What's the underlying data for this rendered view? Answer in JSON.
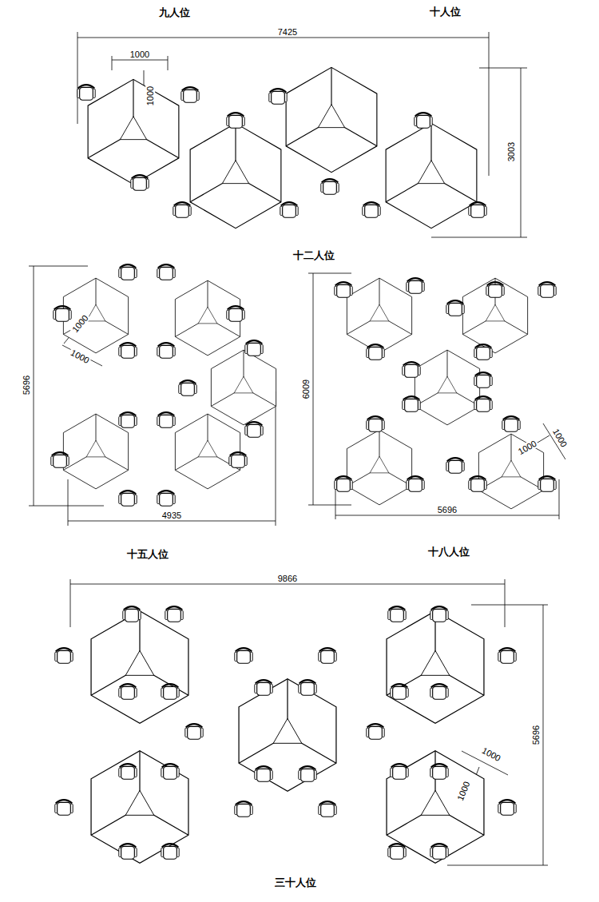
{
  "diagram": {
    "labels": [
      "九人位",
      "十人位",
      "7425",
      "1000",
      "1000",
      "3003",
      "十二人位",
      "5696",
      "1000",
      "1000",
      "4935",
      "6009",
      "1000",
      "1000",
      "5696",
      "十五人位",
      "十八人位",
      "9866",
      "1000",
      "1000",
      "5696",
      "三十人位"
    ]
  }
}
